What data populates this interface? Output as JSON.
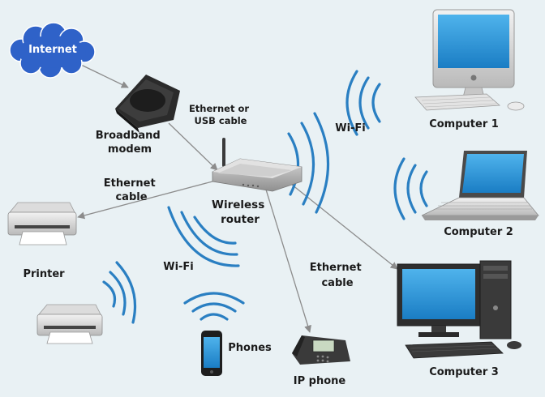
{
  "title": "",
  "colors": {
    "background": "#e9f1f4",
    "wifi": "#2a7fc2",
    "cable": "#8c8c8c",
    "cloud": "#2f62c8"
  },
  "labels": {
    "internet": "Internet",
    "modem_line1": "Broadband",
    "modem_line2": "modem",
    "ethernet_usb_line1": "Ethernet or",
    "ethernet_usb_line2": "USB cable",
    "router_line1": "Wireless",
    "router_line2": "router",
    "ethernet_left_line1": "Ethernet",
    "ethernet_left_line2": "cable",
    "ethernet_right_line1": "Ethernet",
    "ethernet_right_line2": "cable",
    "wifi_top": "Wi-Fi",
    "wifi_left": "Wi-Fi",
    "computer1": "Computer 1",
    "computer2": "Computer 2",
    "computer3": "Computer 3",
    "printer": "Printer",
    "phones": "Phones",
    "ipphone": "IP phone"
  },
  "nodes": [
    {
      "id": "internet",
      "icon": "cloud-icon"
    },
    {
      "id": "modem",
      "icon": "modem-icon"
    },
    {
      "id": "router",
      "icon": "router-icon"
    },
    {
      "id": "computer1",
      "icon": "desktop-mac-icon"
    },
    {
      "id": "computer2",
      "icon": "laptop-icon"
    },
    {
      "id": "computer3",
      "icon": "desktop-tower-icon"
    },
    {
      "id": "printer",
      "icon": "printer-icon"
    },
    {
      "id": "printer2",
      "icon": "printer-icon"
    },
    {
      "id": "phones",
      "icon": "smartphone-icon"
    },
    {
      "id": "ipphone",
      "icon": "ip-phone-icon"
    }
  ],
  "connections": [
    {
      "from": "internet",
      "to": "modem",
      "type": "arrow"
    },
    {
      "from": "modem",
      "to": "router",
      "type": "cable",
      "label": "Ethernet or USB cable"
    },
    {
      "from": "router",
      "to": "printer",
      "type": "cable",
      "label": "Ethernet cable"
    },
    {
      "from": "router",
      "to": "computer3",
      "type": "cable",
      "label": "Ethernet cable"
    },
    {
      "from": "router",
      "to": "ipphone",
      "type": "cable"
    },
    {
      "from": "router",
      "to": "computer1",
      "type": "wifi",
      "label": "Wi-Fi"
    },
    {
      "from": "router",
      "to": "computer2",
      "type": "wifi"
    },
    {
      "from": "router",
      "to": "phones",
      "type": "wifi",
      "label": "Wi-Fi"
    },
    {
      "from": "router",
      "to": "printer2",
      "type": "wifi"
    }
  ]
}
